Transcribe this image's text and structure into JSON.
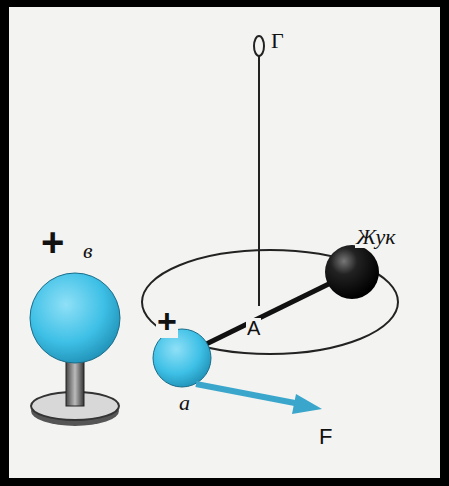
{
  "diagram": {
    "labels": [
      "+",
      "в",
      "Г",
      "Жук",
      "+",
      "A",
      "a",
      "F"
    ]
  }
}
